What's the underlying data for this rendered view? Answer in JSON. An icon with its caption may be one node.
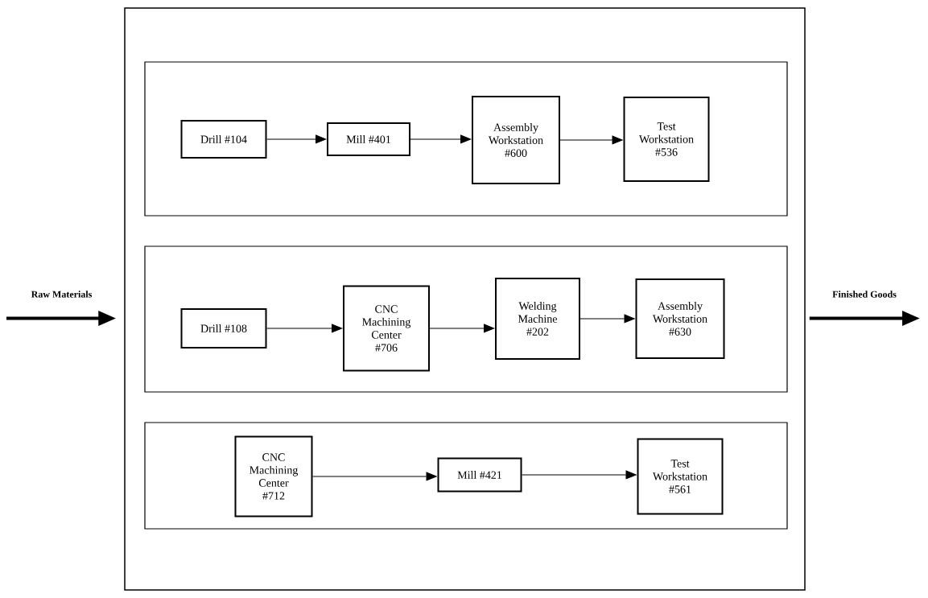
{
  "diagram": {
    "nodes": [
      {
        "text": [],
        "shape": "box"
      },
      {
        "text": [],
        "shape": "box",
        "in": 0
      },
      {
        "text": [],
        "shape": "box",
        "in": 0
      },
      {
        "text": [],
        "shape": "box",
        "in": 0
      },
      {
        "text": [
          "Drill #104"
        ],
        "in": 1
      },
      {
        "text": [
          "Mill #401"
        ],
        "in": 1
      },
      {
        "text": [
          "Assembly Workstation #600"
        ],
        "in": 1
      },
      {
        "text": [
          "Test Workstation #536"
        ],
        "in": 1
      },
      {
        "text": [
          "Drill #108"
        ],
        "in": 2
      },
      {
        "text": [
          "CNC Machining Center #706"
        ],
        "in": 2
      },
      {
        "text": [
          "Welding Machine #202"
        ],
        "in": 2
      },
      {
        "text": [
          "Assembly Workstation #630"
        ],
        "in": 2
      },
      {
        "text": [
          "CNC Machining Center #712"
        ],
        "in": 3
      },
      {
        "text": [
          "Mill #421"
        ],
        "in": 3
      },
      {
        "text": [
          "Test Workstation #561"
        ],
        "in": 3
      }
    ],
    "edges": [
      {
        "from": null,
        "to": 0,
        "arrow": "to",
        "label": "Raw Materials",
        "style": "thick"
      },
      {
        "from": 0,
        "to": null,
        "arrow": "to",
        "label": "Finished Goods",
        "style": "thick"
      },
      {
        "from": 4,
        "to": 5,
        "arrow": "to"
      },
      {
        "from": 5,
        "to": 6,
        "arrow": "to"
      },
      {
        "from": 6,
        "to": 7,
        "arrow": "to"
      },
      {
        "from": 8,
        "to": 9,
        "arrow": "to"
      },
      {
        "from": 9,
        "to": 10,
        "arrow": "to"
      },
      {
        "from": 10,
        "to": 11,
        "arrow": "to"
      },
      {
        "from": 12,
        "to": 13,
        "arrow": "to"
      },
      {
        "from": 13,
        "to": 14,
        "arrow": "to"
      }
    ]
  }
}
